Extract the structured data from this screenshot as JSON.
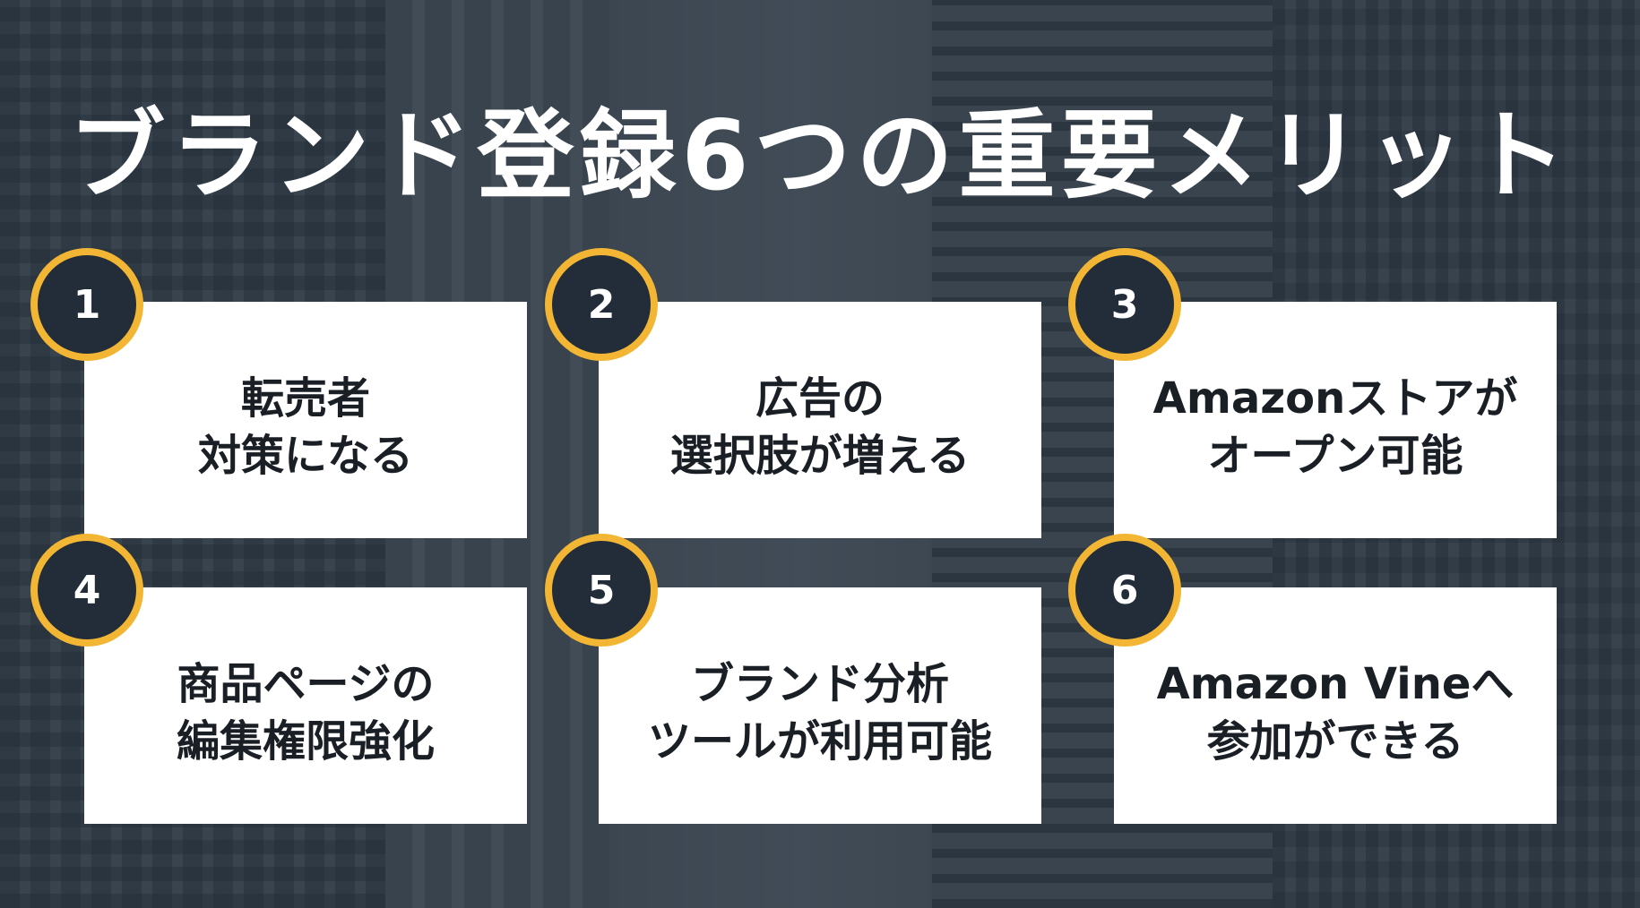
{
  "title": "ブランド登録6つの重要メリット",
  "colors": {
    "badge_fill": "#222d39",
    "badge_ring": "#f2b634",
    "card_bg": "#ffffff",
    "text_dark": "#1a1f26",
    "title_text": "#ffffff"
  },
  "items": [
    {
      "number": "1",
      "line1": "転売者",
      "line2": "対策になる"
    },
    {
      "number": "2",
      "line1": "広告の",
      "line2": "選択肢が増える"
    },
    {
      "number": "3",
      "line1": "Amazonストアが",
      "line2": "オープン可能"
    },
    {
      "number": "4",
      "line1": "商品ページの",
      "line2": "編集権限強化"
    },
    {
      "number": "5",
      "line1": "ブランド分析",
      "line2": "ツールが利用可能"
    },
    {
      "number": "6",
      "line1": "Amazon Vineへ",
      "line2": "参加ができる"
    }
  ]
}
